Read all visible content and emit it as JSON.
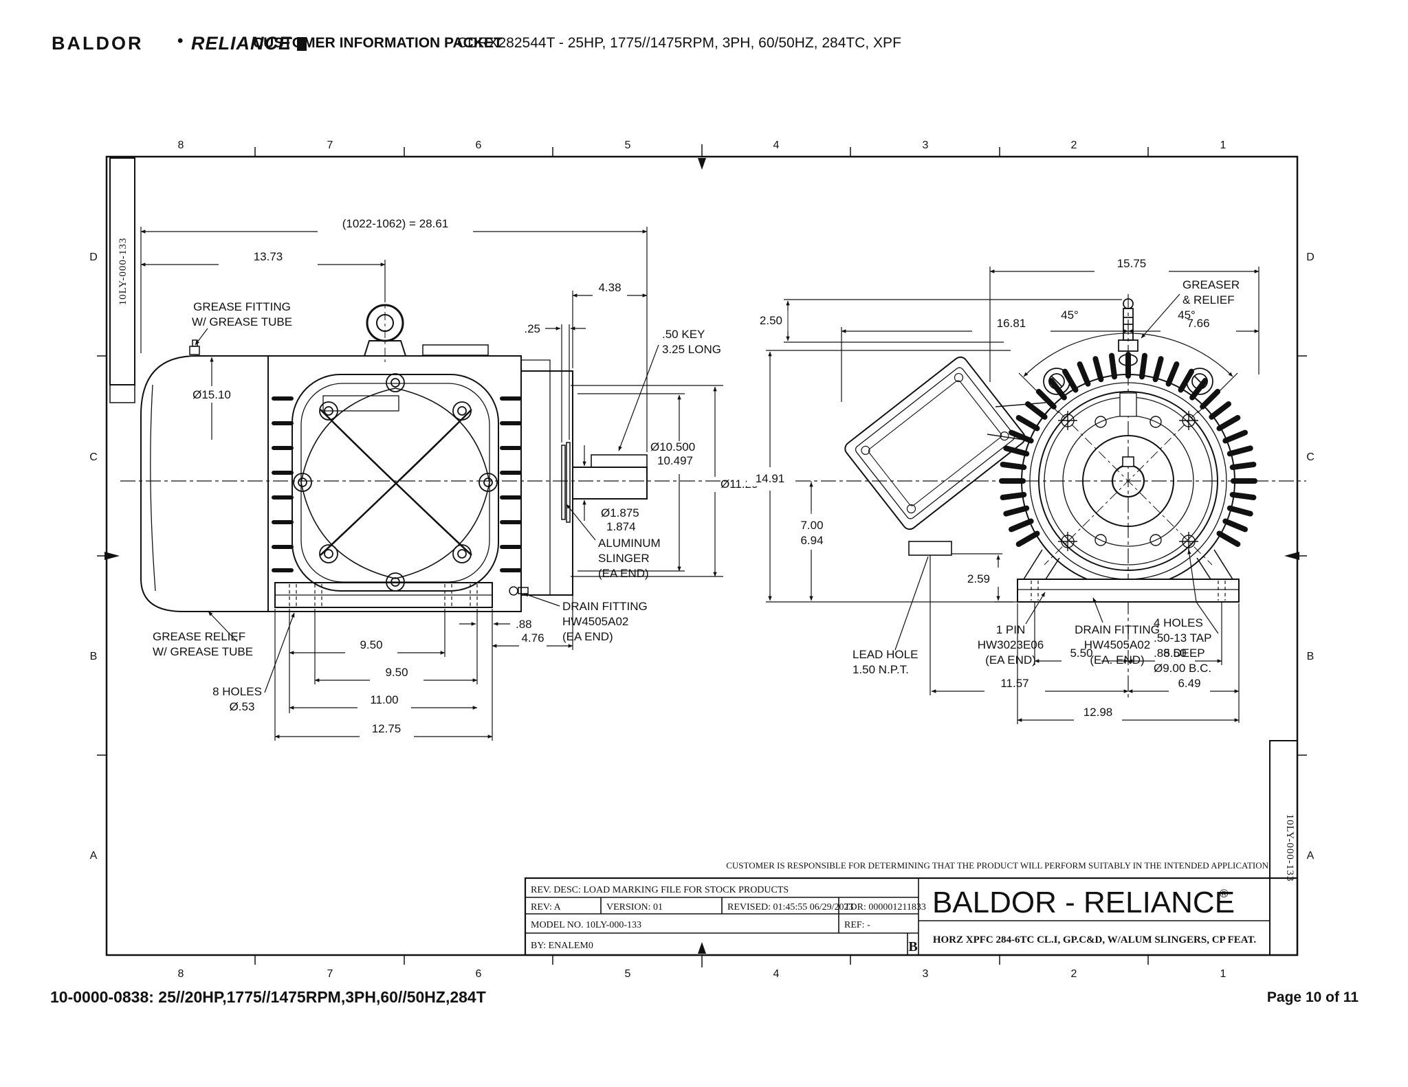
{
  "header": {
    "logo1": "BALDOR",
    "logo_dot": "•",
    "logo2": "RELIANCE",
    "packet": "CUSTOMER INFORMATION PACKET",
    "product": "CDRX282544T - 25HP, 1775//1475RPM, 3PH, 60/50HZ, 284TC, XPF"
  },
  "frame": {
    "cols": [
      "8",
      "7",
      "6",
      "5",
      "4",
      "3",
      "2",
      "1"
    ],
    "rows": [
      "D",
      "C",
      "B",
      "A"
    ],
    "doc_number": "10LY-000-133"
  },
  "lv": {
    "overall": "(1022-1062) = 28.61",
    "len_1373": "13.73",
    "len_438": "4.38",
    "len_025": ".25",
    "key1": ".50 KEY",
    "key2": "3.25 LONG",
    "grease_fit1": "GREASE FITTING",
    "grease_fit2": "W/ GREASE TUBE",
    "dia_1510": "Ø15.10",
    "dia_bore1": "Ø10.500",
    "dia_bore2": "10.497",
    "dia_1123": "Ø11.23",
    "dia_shaft1": "Ø1.875",
    "dia_shaft2": "1.874",
    "slinger1": "ALUMINUM",
    "slinger2": "SLINGER",
    "slinger3": "(EA END)",
    "drain1": "DRAIN FITTING",
    "drain2": "HW4505A02",
    "drain3": "(EA END)",
    "grease_rel1": "GREASE RELIEF",
    "grease_rel2": "W/ GREASE TUBE",
    "holes1": "8 HOLES",
    "holes2": "Ø.53",
    "len_950a": "9.50",
    "len_950b": "9.50",
    "len_1100": "11.00",
    "len_1275": "12.75",
    "len_088": ".88",
    "len_476": "4.76"
  },
  "rv": {
    "len_1575": "15.75",
    "len_1681": "16.81",
    "len_766": "7.66",
    "greaser1": "GREASER",
    "greaser2": "& RELIEF",
    "ang45a": "45°",
    "ang45b": "45°",
    "len_250": "2.50",
    "len_1491": "14.91",
    "shaft_h1": "7.00",
    "shaft_h2": "6.94",
    "len_259": "2.59",
    "lead1": "LEAD HOLE",
    "lead2": "1.50 N.P.T.",
    "pin1": "1 PIN",
    "pin2": "HW3023E06",
    "pin3": "(EA END)",
    "drain1": "DRAIN FITTING",
    "drain2": "HW4505A02",
    "drain3": "(EA. END)",
    "holes1": "4 HOLES",
    "holes2": ".50-13 TAP",
    "holes3": ".88 DEEP",
    "holes4": "Ø9.00 B.C.",
    "len_550a": "5.50",
    "len_550b": "5.50",
    "len_1157": "11.57",
    "len_649": "6.49",
    "len_1298": "12.98"
  },
  "tb": {
    "disclaimer": "CUSTOMER IS RESPONSIBLE FOR DETERMINING THAT THE PRODUCT WILL PERFORM SUITABLY IN THE INTENDED APPLICATION",
    "rev_desc": "REV. DESC: LOAD MARKING FILE FOR STOCK PRODUCTS",
    "rev": "REV:   A",
    "version": "VERSION:   01",
    "revised": "REVISED:   01:45:55 06/29/2023",
    "tdr": "TDR:   000001211833",
    "model": "MODEL NO.   10LY-000-133",
    "ref": "REF:   -",
    "by": "BY: ENALEM0",
    "size": "B",
    "brand": "BALDOR - RELIANCE",
    "reg": "®",
    "desc": "HORZ XPFC 284-6TC CL.I, GP.C&D, W/ALUM SLINGERS, CP FEAT."
  },
  "footer": {
    "left": "10-0000-0838: 25//20HP,1775//1475RPM,3PH,60//50HZ,284T",
    "right": "Page 10 of 11"
  }
}
